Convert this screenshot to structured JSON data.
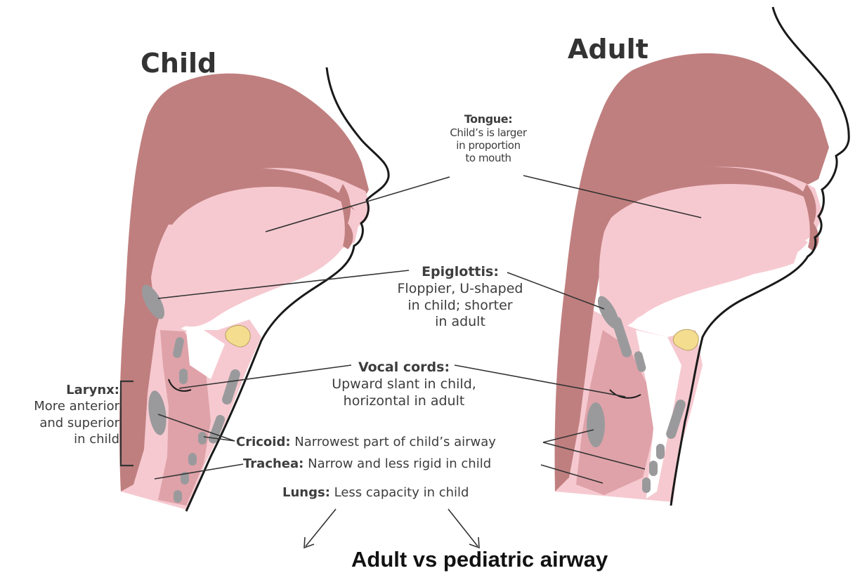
{
  "headings": {
    "child": "Child",
    "adult": "Adult"
  },
  "labels": {
    "tongue": {
      "title": "Tongue:",
      "lines": [
        "Child’s is larger",
        "in proportion",
        "to mouth"
      ]
    },
    "epiglottis": {
      "title": "Epiglottis:",
      "lines": [
        "Floppier, U-shaped",
        "in child; shorter",
        "in adult"
      ]
    },
    "vocal_cords": {
      "title": "Vocal cords:",
      "lines": [
        "Upward slant in child,",
        "horizontal in adult"
      ]
    },
    "larynx": {
      "title": "Larynx:",
      "lines": [
        "More anterior",
        "and superior",
        "in child"
      ]
    },
    "cricoid": {
      "title": "Cricoid:",
      "text": "Narrowest part of child’s airway"
    },
    "trachea": {
      "title": "Trachea:",
      "text": "Narrow and less rigid in child"
    },
    "lungs": {
      "title": "Lungs:",
      "text": "Less capacity in child"
    }
  },
  "caption": "Adult vs pediatric airway",
  "colors": {
    "dark_tissue": "#c07f7f",
    "light_tissue": "#f6c9d0",
    "mid_tissue": "#dfa2a9",
    "cartilage": "#9a9a9c",
    "hyoid": "#f4dd8f",
    "outline": "#1a1a1a",
    "leader": "#333333"
  }
}
